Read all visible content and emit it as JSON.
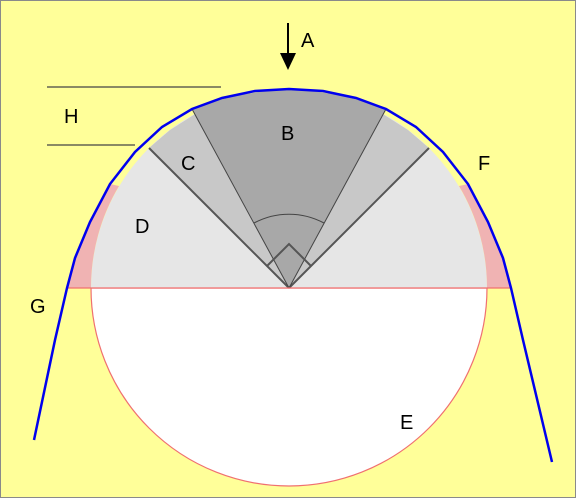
{
  "colors": {
    "background": "#ffff99",
    "frame": "#8a8a8a",
    "outer_curve": "#0000ee",
    "circle_stroke": "#f07070",
    "lower_half_fill": "#ffffff",
    "upper_half_fill": "#e6e6e6",
    "cap_fill": "#f0b3b3",
    "wide_sector_fill": "#c8c8c8",
    "narrow_sector_fill": "#a8a8a8",
    "sector_stroke": "#555555",
    "thin_line": "#444444",
    "arrow": "#000000"
  },
  "labels": {
    "a": "A",
    "b": "B",
    "c": "C",
    "d": "D",
    "e": "E",
    "f": "F",
    "g": "G",
    "h": "H"
  }
}
